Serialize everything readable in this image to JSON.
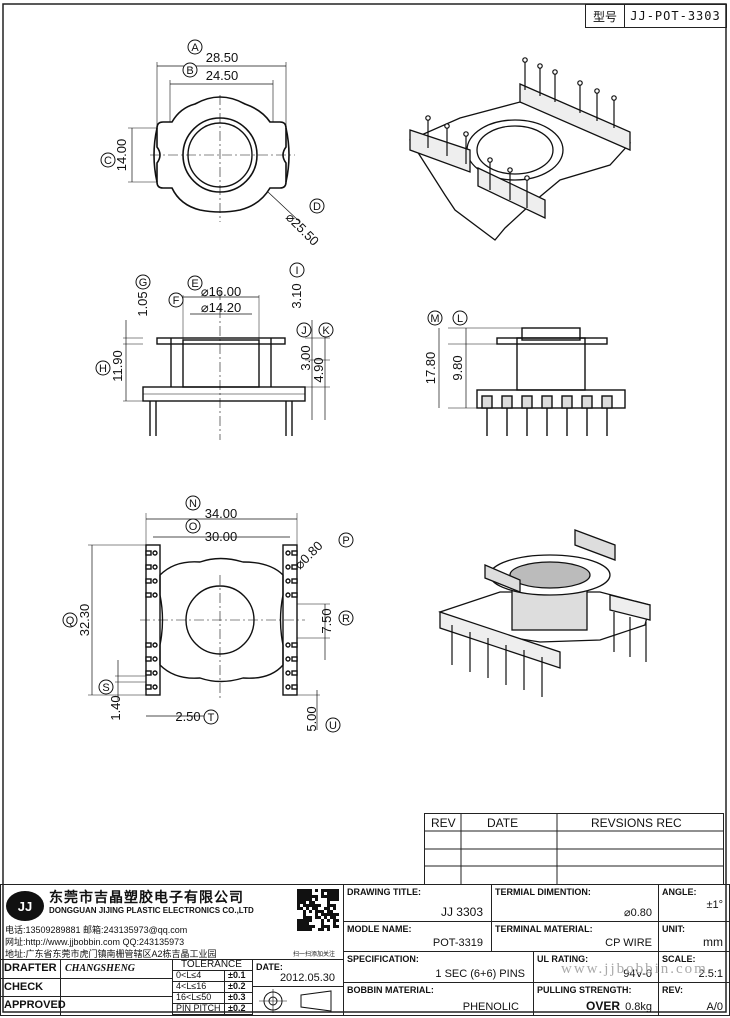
{
  "type_box": {
    "label": "型号",
    "value": "JJ-POT-3303"
  },
  "dimensions": {
    "A": "28.50",
    "B": "24.50",
    "C": "14.00",
    "D": "⌀25.50",
    "E": "⌀16.00",
    "F": "⌀14.20",
    "G": "1.05",
    "H": "11.90",
    "I": "3.10",
    "J": "3.00",
    "K": "4.90",
    "L": "9.80",
    "M": "17.80",
    "N": "34.00",
    "O": "30.00",
    "P": "⌀0.80",
    "Q": "32.30",
    "R": "7.50",
    "S": "1.40",
    "T": "2.50",
    "U": "5.00"
  },
  "rev_table": {
    "headers": [
      "REV",
      "DATE",
      "REVSIONS REC"
    ]
  },
  "company": {
    "name_cn": "东莞市吉晶塑胶电子有限公司",
    "name_en": "DONGGUAN JIJING PLASTIC ELECTRONICS CO.,LTD",
    "logo": "JJ",
    "tel": "电话:13509289881    邮箱:243135973@qq.com",
    "web": "网址:http://www.jjbobbin.com  QQ:243135973",
    "addr": "地址:广东省东莞市虎门镇南栅管辖区A2栋吉晶工业园",
    "qr_caption": "扫一扫添加关注"
  },
  "title_block": {
    "drawing_title_label": "DRAWING TITLE:",
    "drawing_title": "JJ  3303",
    "terminal_dim_label": "TERMIAL DIMENTION:",
    "terminal_dim": "⌀0.80",
    "angle_label": "ANGLE:",
    "angle": "±1°",
    "model_label": "MODLE NAME:",
    "model": "POT-3319",
    "terminal_mat_label": "TERMINAL MATERIAL:",
    "terminal_mat": "CP WIRE",
    "unit_label": "UNIT:",
    "unit": "mm",
    "spec_label": "SPECIFICATION:",
    "spec": "1 SEC (6+6) PINS",
    "ul_label": "UL RATING:",
    "ul": "94V-0",
    "scale_label": "SCALE:",
    "scale": "2.5:1",
    "bobbin_label": "BOBBIN  MATERIAL:",
    "bobbin": "PHENOLIC",
    "pull_label": "PULLING STRENGTH:",
    "pull_over": "OVER",
    "pull_val": "0.8kg",
    "rev_label": "REV:",
    "rev": "A/0",
    "drafter_label": "DRAFTER",
    "drafter": "CHANGSHENG",
    "check_label": "CHECK",
    "approved_label": "APPROVED",
    "tolerance_label": "TOLERANCE",
    "tol_rows": [
      [
        "0<L≤4",
        "±0.1"
      ],
      [
        "4<L≤16",
        "±0.2"
      ],
      [
        "16<L≤50",
        "±0.3"
      ],
      [
        "PIN PITCH",
        "±0.2"
      ]
    ],
    "date_label": "DATE:",
    "date": "2012.05.30"
  },
  "watermark": "www.jjbobbin.com"
}
